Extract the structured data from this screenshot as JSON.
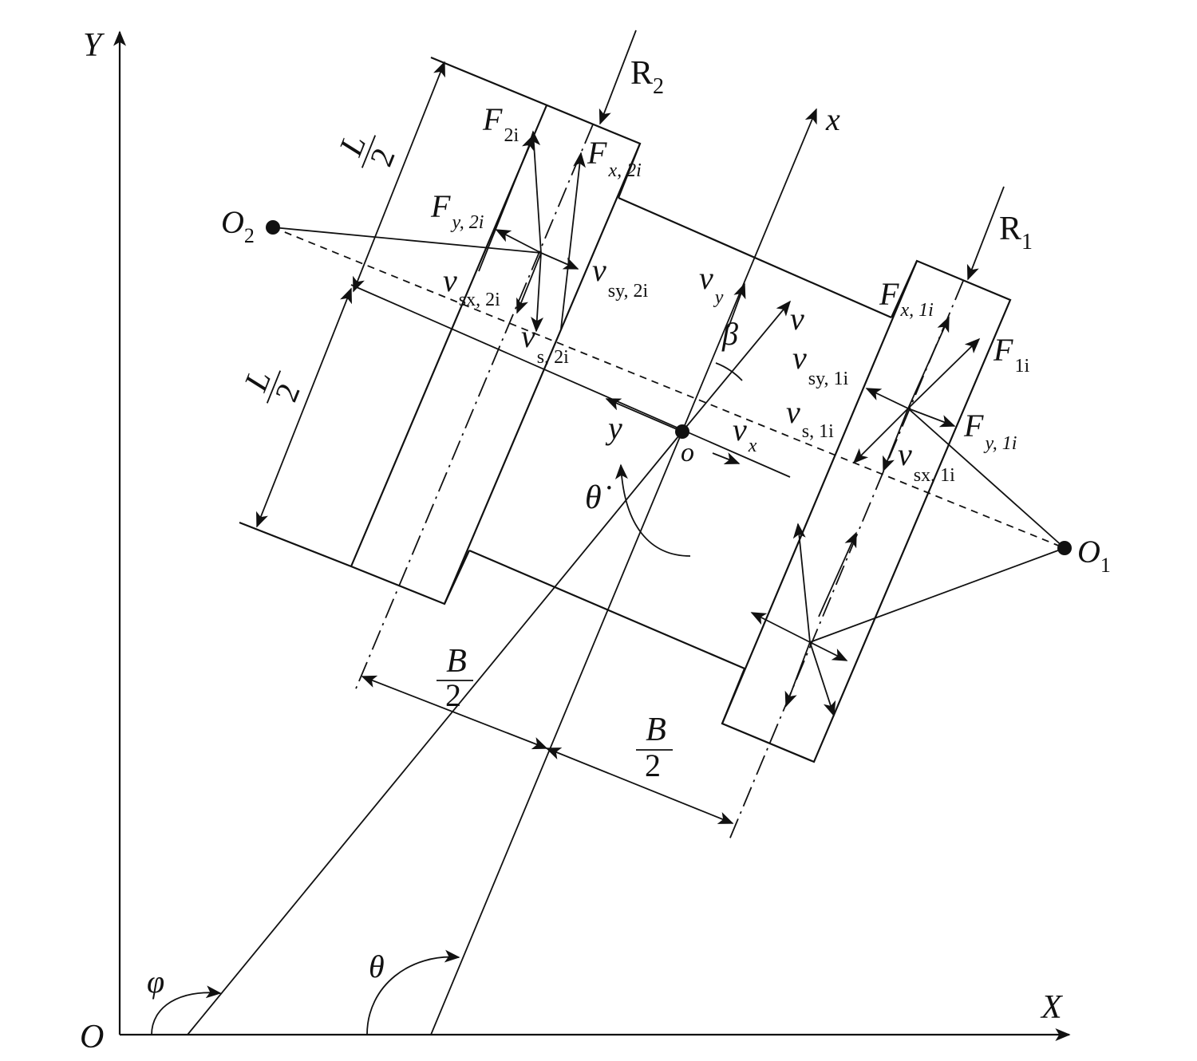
{
  "axes": {
    "origin": "O",
    "x_axis": "X",
    "y_axis": "Y",
    "body_x": "x",
    "body_y": "y",
    "body_origin": "o"
  },
  "angles": {
    "phi": "φ",
    "theta": "θ",
    "theta_dot": "θ̇",
    "beta": "β"
  },
  "centers": {
    "o1": {
      "main": "O",
      "sub": "1"
    },
    "o2": {
      "main": "O",
      "sub": "2"
    }
  },
  "radii": {
    "r1": {
      "main": "R",
      "sub": "1"
    },
    "r2": {
      "main": "R",
      "sub": "2"
    }
  },
  "dimensions": {
    "half_length_num": "L",
    "half_width_num": "B",
    "den": "2"
  },
  "velocities": {
    "v": "v",
    "vx": {
      "main": "v",
      "sub": "x"
    },
    "vy": {
      "main": "v",
      "sub": "y"
    },
    "vs1": {
      "main": "v",
      "sub": "s, 1i"
    },
    "vsx1": {
      "main": "v",
      "sub": "sx, 1i"
    },
    "vsy1": {
      "main": "v",
      "sub": "sy, 1i"
    },
    "vs2": {
      "main": "v",
      "sub": "s, 2i"
    },
    "vsx2": {
      "main": "v",
      "sub": "sx, 2i"
    },
    "vsy2": {
      "main": "v",
      "sub": "sy, 2i"
    }
  },
  "forces": {
    "f1": {
      "main": "F",
      "sub": "1i"
    },
    "fx1": {
      "main": "F",
      "sub": "x, 1i"
    },
    "fy1": {
      "main": "F",
      "sub": "y, 1i"
    },
    "f2": {
      "main": "F",
      "sub": "2i"
    },
    "fx2": {
      "main": "F",
      "sub": "x, 2i"
    },
    "fy2": {
      "main": "F",
      "sub": "y, 2i"
    }
  }
}
